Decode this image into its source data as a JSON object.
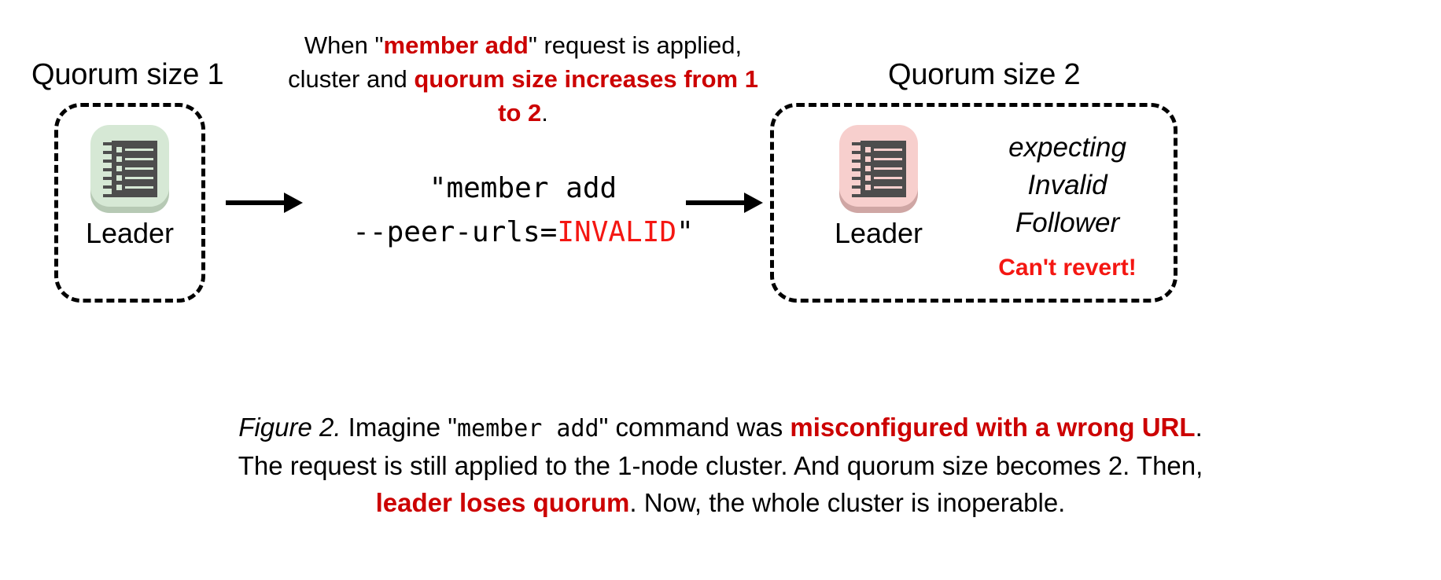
{
  "figure": {
    "colors": {
      "red_bold": "#cc0000",
      "red_bright": "#f41712",
      "node_green": "#d6e8d5",
      "node_green_shadow": "#b6c9b4",
      "node_pink": "#f7cfcd",
      "node_pink_shadow": "#cfa6a4",
      "ledger_dark": "#4d4d4d",
      "outline": "#000000",
      "background": "#ffffff"
    }
  },
  "left_cluster": {
    "title": "Quorum size 1",
    "node": {
      "caption": "Leader",
      "icon": "server-ledger-icon",
      "state_color": "green"
    }
  },
  "right_cluster": {
    "title": "Quorum size 2",
    "node": {
      "caption": "Leader",
      "icon": "server-ledger-icon",
      "state_color": "pink"
    },
    "status": {
      "line_1": "expecting",
      "line_2": "Invalid",
      "line_3": "Follower",
      "warning": "Can't revert!"
    }
  },
  "annotation": {
    "part_1": "When \"",
    "emphasis_1": "member add",
    "part_2": "\" request is applied, cluster and ",
    "emphasis_2": "quorum size increases from 1 to 2",
    "part_3": "."
  },
  "command": {
    "line_1": "\"member add",
    "line_2_prefix": "--peer-urls=",
    "line_2_value": "INVALID",
    "line_2_suffix": "\""
  },
  "arrows": {
    "arrow_1_label": "apply-request-arrow",
    "arrow_2_label": "resulting-state-arrow"
  },
  "caption": {
    "label": "Figure 2.",
    "text_1": " Imagine \"",
    "mono_1": "member add",
    "text_2": "\" command was ",
    "emphasis_1": "misconfigured with a wrong URL",
    "text_3": ".",
    "line_2": "The request is still applied to the 1-node cluster. And quorum size becomes 2. Then,",
    "emphasis_2": "leader loses quorum",
    "text_4": ". Now, the whole cluster is inoperable."
  }
}
